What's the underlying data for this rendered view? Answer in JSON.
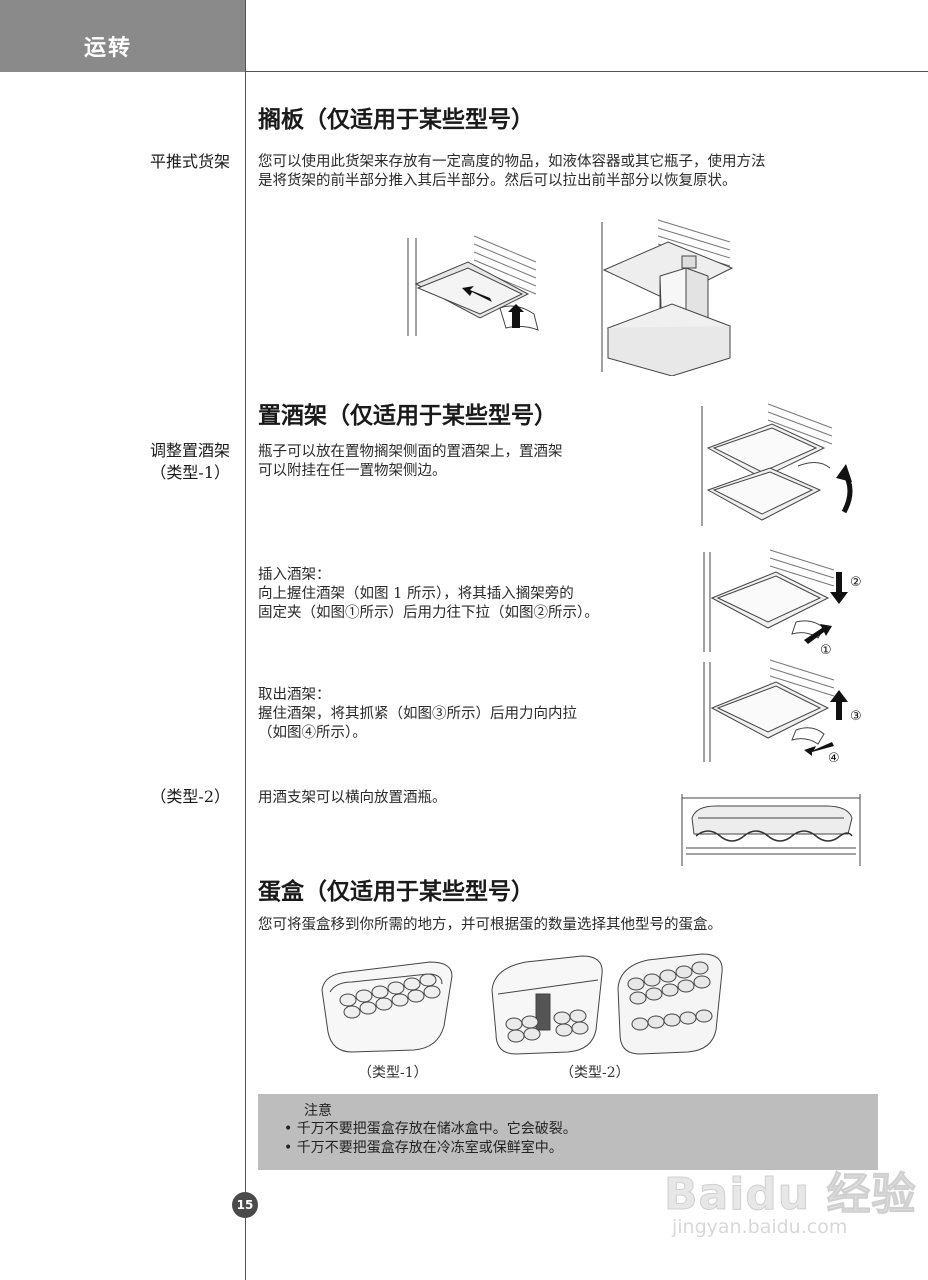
{
  "header": {
    "section_tab": "运转",
    "page_number": "15"
  },
  "shelf": {
    "title": "搁板（仅适用于某些型号）",
    "side_label": "平推式货架",
    "body_lines": [
      "您可以使用此货架来存放有一定高度的物品，如液体容器或其它瓶子，使用方法",
      "是将货架的前半部分推入其后半部分。然后可以拉出前半部分以恢复原状。"
    ]
  },
  "wine_rack": {
    "title": "置酒架（仅适用于某些型号）",
    "type1_label_line1": "调整置酒架",
    "type1_label_line2": "（类型-1）",
    "intro_lines": [
      "瓶子可以放在置物搁架侧面的置酒架上，置酒架",
      "可以附挂在任一置物架侧边。"
    ],
    "insert_lines": [
      "插入酒架：",
      "向上握住酒架（如图 1 所示），将其插入搁架旁的",
      "固定夹（如图①所示）后用力往下拉（如图②所示）。"
    ],
    "remove_lines": [
      "取出酒架：",
      "握住酒架，将其抓紧（如图③所示）后用力向内拉",
      "（如图④所示）。"
    ],
    "type2_label": "（类型-2）",
    "type2_text": "用酒支架可以横向放置酒瓶。",
    "markers": [
      "①",
      "②",
      "③",
      "④"
    ]
  },
  "egg_box": {
    "title": "蛋盒（仅适用于某些型号）",
    "body": "您可将蛋盒移到你所需的地方，并可根据蛋的数量选择其他型号的蛋盒。",
    "captions": [
      "（类型-1）",
      "（类型-2）"
    ]
  },
  "note": {
    "title": "注意",
    "items": [
      "千万不要把蛋盒存放在储冰盒中。它会破裂。",
      "千万不要把蛋盒存放在冷冻室或保鲜室中。"
    ]
  },
  "watermark": {
    "logo": "Baidu 经验",
    "url": "jingyan.baidu.com"
  }
}
